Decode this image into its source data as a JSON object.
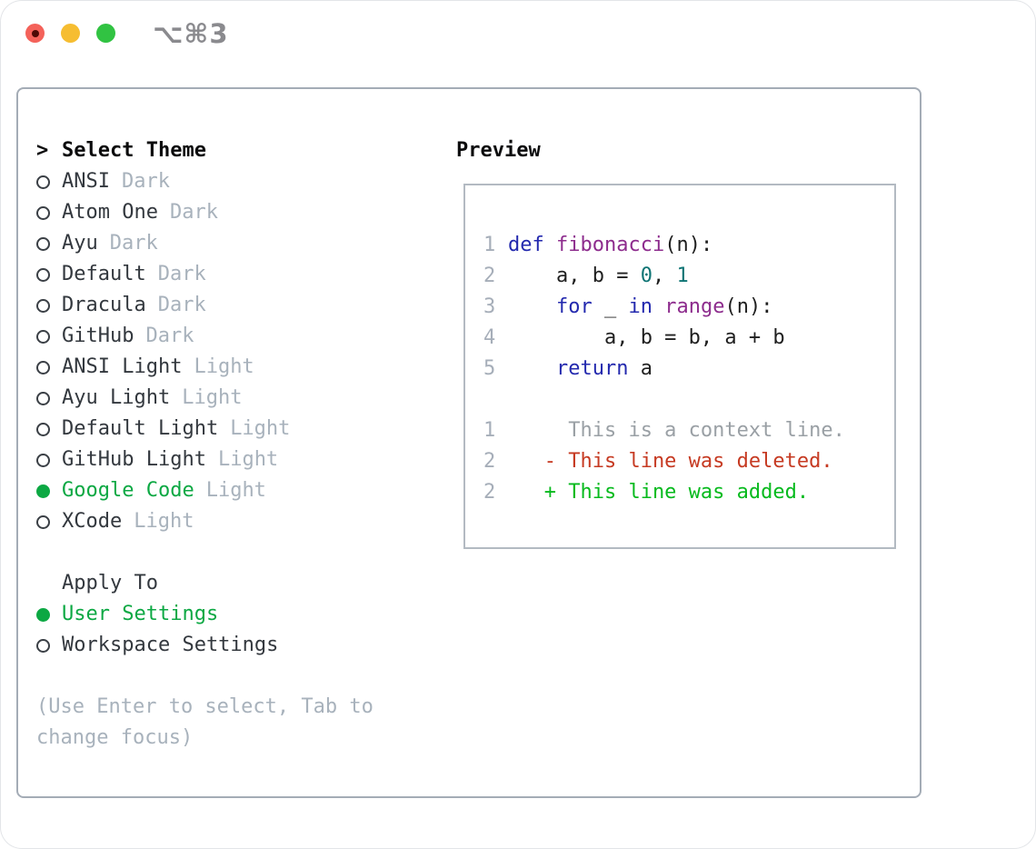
{
  "window": {
    "shortcut_label": "⌥⌘3",
    "traffic_lights": [
      "close",
      "minimize",
      "zoom"
    ]
  },
  "colors": {
    "ui_green": "#0ca843",
    "keyword_blue": "#2329ae",
    "function_purple": "#8d2c8d",
    "number_teal": "#0e7474",
    "diff_removed_red": "#c63a22",
    "diff_added_green": "#06ba1d",
    "muted_gray": "#a8b2bc",
    "panel_border": "#a4acb6"
  },
  "left": {
    "title_marker": ">",
    "title": "Select Theme",
    "themes": [
      {
        "name": "ANSI",
        "variant": "Dark",
        "selected": false
      },
      {
        "name": "Atom One",
        "variant": "Dark",
        "selected": false
      },
      {
        "name": "Ayu",
        "variant": "Dark",
        "selected": false
      },
      {
        "name": "Default",
        "variant": "Dark",
        "selected": false
      },
      {
        "name": "Dracula",
        "variant": "Dark",
        "selected": false
      },
      {
        "name": "GitHub",
        "variant": "Dark",
        "selected": false
      },
      {
        "name": "ANSI Light",
        "variant": "Light",
        "selected": false
      },
      {
        "name": "Ayu Light",
        "variant": "Light",
        "selected": false
      },
      {
        "name": "Default Light",
        "variant": "Light",
        "selected": false
      },
      {
        "name": "GitHub Light",
        "variant": "Light",
        "selected": false
      },
      {
        "name": "Google Code",
        "variant": "Light",
        "selected": true
      },
      {
        "name": "XCode",
        "variant": "Light",
        "selected": false
      }
    ],
    "apply_to_title": "Apply To",
    "apply_options": [
      {
        "name": "User Settings",
        "selected": true
      },
      {
        "name": "Workspace Settings",
        "selected": false
      }
    ],
    "hint_lines": [
      "(Use Enter to select, Tab to",
      "change focus)"
    ]
  },
  "preview": {
    "title": "Preview",
    "lines": [
      {
        "num": "1",
        "tokens": [
          [
            "def",
            "kw"
          ],
          [
            " ",
            "pl"
          ],
          [
            "fibonacci",
            "fn"
          ],
          [
            "(n):",
            "pl"
          ]
        ]
      },
      {
        "num": "2",
        "tokens": [
          [
            "    a, b = ",
            "pl"
          ],
          [
            "0",
            "num"
          ],
          [
            ", ",
            "pl"
          ],
          [
            "1",
            "num"
          ]
        ]
      },
      {
        "num": "3",
        "tokens": [
          [
            "    ",
            "pl"
          ],
          [
            "for",
            "kw"
          ],
          [
            " _ ",
            "pl"
          ],
          [
            "in",
            "kw"
          ],
          [
            " ",
            "pl"
          ],
          [
            "range",
            "fn"
          ],
          [
            "(n):",
            "pl"
          ]
        ]
      },
      {
        "num": "4",
        "tokens": [
          [
            "        a, b = b, a + b",
            "pl"
          ]
        ]
      },
      {
        "num": "5",
        "tokens": [
          [
            "    ",
            "pl"
          ],
          [
            "return",
            "kw"
          ],
          [
            " a",
            "pl"
          ]
        ]
      },
      {
        "num": "",
        "tokens": []
      },
      {
        "num": "1",
        "tokens": [
          [
            "     This is a context line.",
            "ctx"
          ]
        ]
      },
      {
        "num": "2",
        "tokens": [
          [
            "   - This line was deleted.",
            "del"
          ]
        ]
      },
      {
        "num": "2",
        "tokens": [
          [
            "   + This line was added.",
            "add"
          ]
        ]
      }
    ]
  }
}
